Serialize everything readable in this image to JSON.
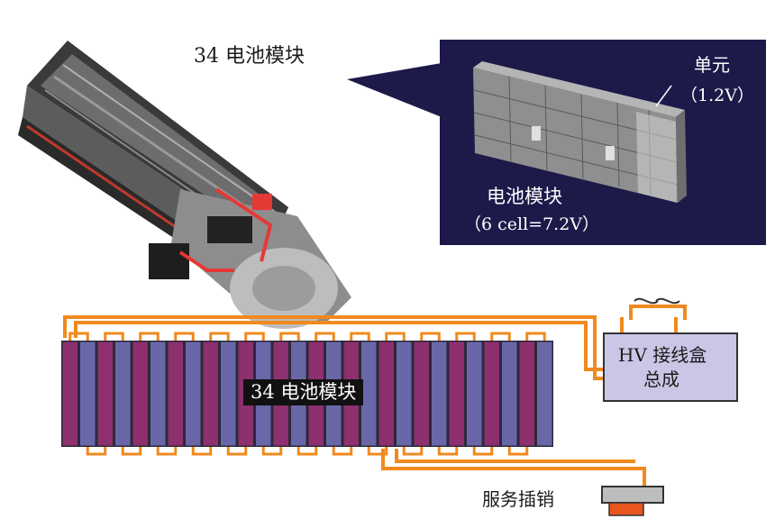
{
  "labels": {
    "module_count": "34 电池模块",
    "cell_label": "单元",
    "cell_voltage": "（1.2V）",
    "module_label": "电池模块",
    "module_spec": "（6 cell=7.2V）",
    "center_label": "34 电池模块",
    "hv_box_line1": "HV 接线盒",
    "hv_box_line2": "总成",
    "service_plug": "服务插销"
  },
  "colors": {
    "wire": "#f08a1e",
    "module_purple": "#8e2f6e",
    "module_blue": "#6a67a8",
    "inset_bg": "#1d1a4a",
    "hv_box": "#c9c6e6"
  }
}
